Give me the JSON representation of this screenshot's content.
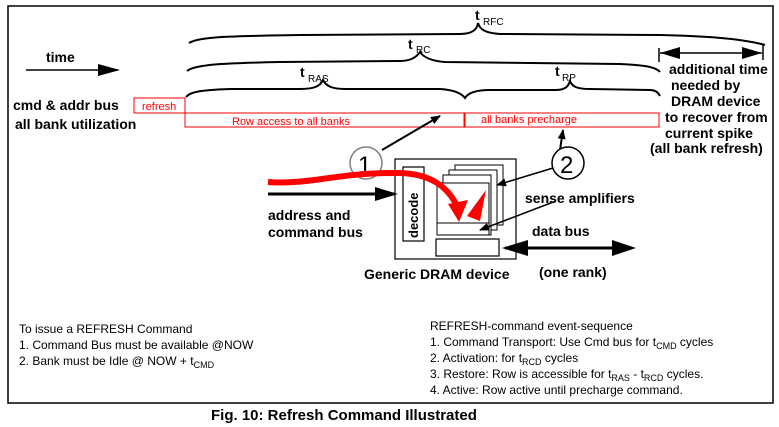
{
  "figure": {
    "caption": "Fig. 10: Refresh Command Illustrated",
    "colors": {
      "accent_red": "#ff0000",
      "ink": "#000000",
      "circle_gray": "#808080"
    }
  },
  "timeline": {
    "time_label": "time",
    "row_labels": [
      "cmd & addr bus",
      "all bank utilization"
    ],
    "refresh_box": "refresh",
    "row_access_box": "Row access to all banks",
    "precharge_box": "all banks precharge",
    "braces": [
      {
        "id": "tRFC",
        "base": "t",
        "sub": "RFC"
      },
      {
        "id": "tRC",
        "base": "t",
        "sub": "RC"
      },
      {
        "id": "tRAS",
        "base": "t",
        "sub": "RAS"
      },
      {
        "id": "tRP",
        "base": "t",
        "sub": "RP"
      }
    ],
    "additional_time_lines": [
      "additional time",
      "needed by",
      "DRAM device",
      "to recover from",
      "current spike",
      "(all bank refresh)"
    ]
  },
  "device": {
    "callouts": [
      "1",
      "2"
    ],
    "decode_label": "decode",
    "address_bus_lines": [
      "address and",
      "command bus"
    ],
    "sense_amp_label": "sense amplifiers",
    "data_bus_label": "data bus",
    "device_label": "Generic DRAM device",
    "rank_label": "(one rank)"
  },
  "notes_left": {
    "title": "To issue a REFRESH Command",
    "line1": "1. Command Bus must be available @NOW",
    "line2_pre": "2. Bank must be Idle @ NOW + t",
    "line2_sub": "CMD"
  },
  "notes_right": {
    "title": "REFRESH-command event-sequence",
    "l1_pre": "1. Command Transport: Use Cmd bus for t",
    "l1_sub": "CMD",
    "l1_post": " cycles",
    "l2_pre": "2. Activation: for t",
    "l2_sub": "RCD",
    "l2_post": " cycles",
    "l3_pre": "3. Restore: Row is accessible for t",
    "l3_sub1": "RAS",
    "l3_mid": " - t",
    "l3_sub2": "RCD",
    "l3_post": " cycles.",
    "l4": "4. Active: Row active until precharge command."
  }
}
